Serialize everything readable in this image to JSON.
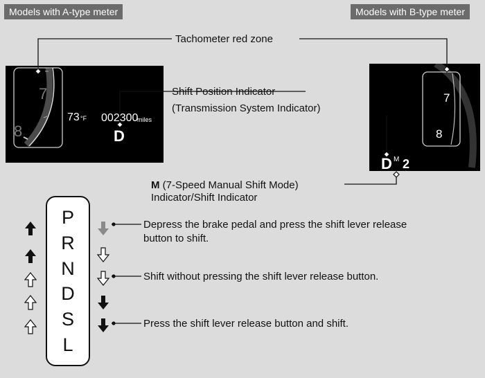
{
  "tags": {
    "a": "Models with A-type meter",
    "b": "Models with B-type meter"
  },
  "labels": {
    "red_zone": "Tachometer red zone",
    "shift_pos_1": "Shift Position Indicator",
    "shift_pos_2": "(Transmission System Indicator)",
    "m_bold": "M",
    "m_rest": " (7-Speed Manual Shift Mode)",
    "m_line2": "Indicator/Shift Indicator"
  },
  "meter_a": {
    "tach_7": "7",
    "tach_8": "8",
    "temp": "73",
    "temp_unit": "°F",
    "odo": "002300",
    "odo_unit": "miles",
    "gear": "D"
  },
  "meter_b": {
    "tach_7": "7",
    "tach_8": "8",
    "gear": "D",
    "mode": "M",
    "gear_num": "2"
  },
  "gears": [
    "P",
    "R",
    "N",
    "D",
    "S",
    "L"
  ],
  "legend": {
    "brake": "Depress the brake pedal and press the shift lever release",
    "brake_2": "button to shift.",
    "no_button": "Shift without pressing the shift lever release button.",
    "press_button": "Press the shift lever release button and shift."
  },
  "colors": {
    "background": "#dcdcdc",
    "tag": "#6b6b6b",
    "meter": "#000000",
    "gray_arrow": "#8a8a8a"
  }
}
